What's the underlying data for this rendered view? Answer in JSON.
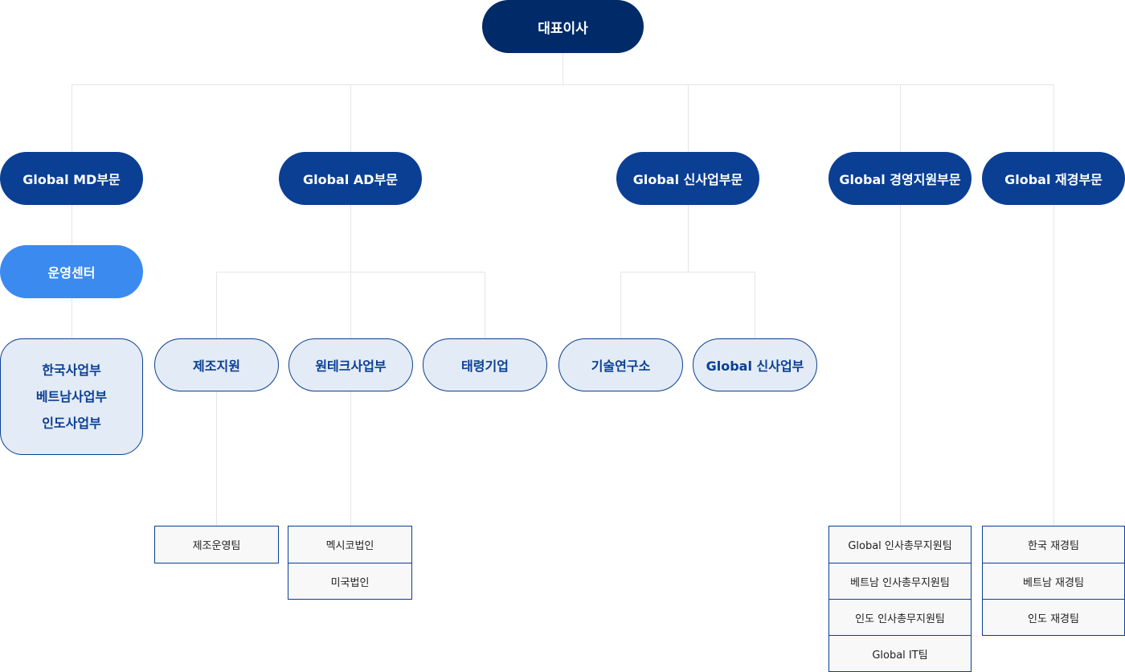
{
  "ceo": "대표이사",
  "divisions": {
    "md": "Global MD부문",
    "ad": "Global AD부문",
    "new_biz": "Global 신사업부문",
    "management": "Global 경영지원부문",
    "finance": "Global 재경부문"
  },
  "operation_center": "운영센터",
  "md_departments": [
    "한국사업부",
    "베트남사업부",
    "인도사업부"
  ],
  "ad_departments": {
    "manufacturing_support": "제조지원",
    "wontech": "원테크사업부",
    "taeryung": "태령기업"
  },
  "new_biz_departments": {
    "rnd": "기술연구소",
    "new_biz": "Global 신사업부"
  },
  "teams": {
    "manufacturing": [
      "제조운영팀"
    ],
    "wontech": [
      "멕시코법인",
      "미국법인"
    ],
    "management": [
      "Global 인사총무지원팀",
      "베트남 인사총무지원팀",
      "인도 인사총무지원팀",
      "Global IT팀"
    ],
    "finance": [
      "한국 재경팀",
      "베트남 재경팀",
      "인도 재경팀"
    ]
  },
  "colors": {
    "ceo": "#002b68",
    "division": "#0a3f94",
    "center": "#3b8af0",
    "department_fill": "#e3ebf6",
    "connector": "#e3e5ea"
  }
}
